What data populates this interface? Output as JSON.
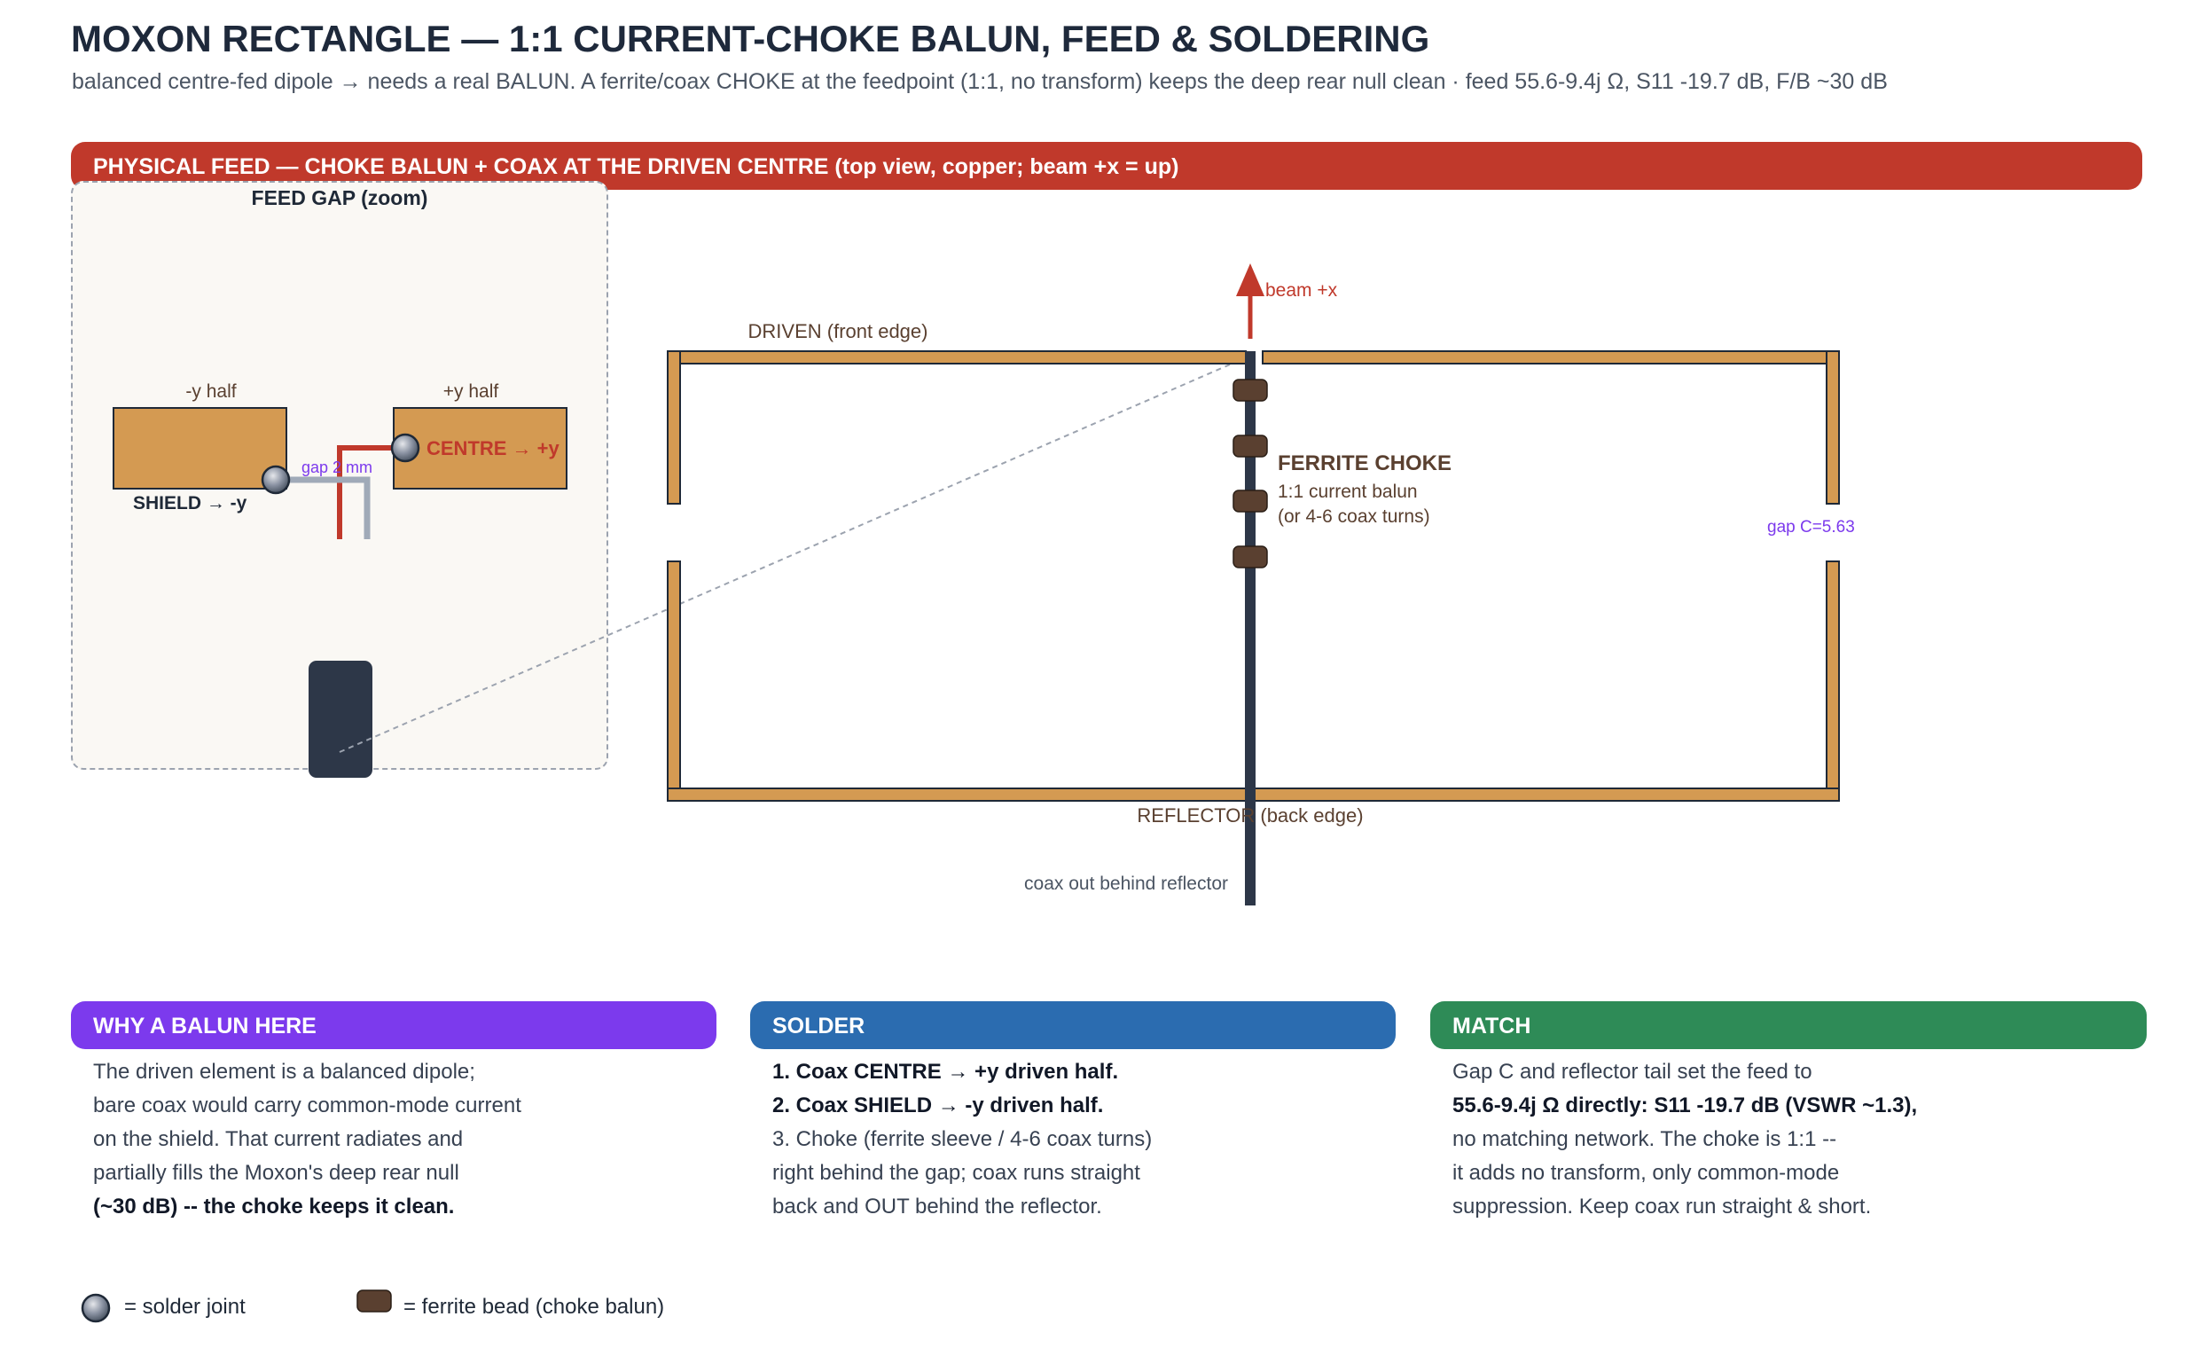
{
  "header": {
    "title": "MOXON RECTANGLE — 1:1 CURRENT-CHOKE BALUN, FEED & SOLDERING",
    "subtitle": "balanced centre-fed dipole → needs a real BALUN. A ferrite/coax CHOKE at the feedpoint (1:1, no transform) keeps the deep rear null clean · feed 55.6-9.4j Ω, S11 -19.7 dB, F/B ~30 dB"
  },
  "feed_section": {
    "title": "PHYSICAL FEED — CHOKE BALUN + COAX AT THE DRIVEN CENTRE (top view, copper; beam +x = up)"
  },
  "zoom": {
    "title": "FEED GAP (zoom)",
    "left_half_label": "-y half",
    "right_half_label": "+y half",
    "centre_label": "CENTRE → +y",
    "shield_label": "SHIELD → -y",
    "gap_label": "gap 2 mm"
  },
  "moxon": {
    "beam_label": "beam +x",
    "driven_label": "DRIVEN (front edge)",
    "reflector_label": "REFLECTOR (back edge)",
    "choke_title": "FERRITE CHOKE",
    "choke_line1": "1:1 current balun",
    "choke_line2": "(or 4-6 coax turns)",
    "gap_label": "gap C=5.63",
    "coax_label": "coax out behind reflector"
  },
  "why": {
    "title": "WHY A BALUN HERE",
    "lines": [
      "The driven element is a balanced dipole;",
      "bare coax would carry common-mode current",
      "on the shield. That current radiates and",
      "partially fills the Moxon's deep rear null",
      "(~30 dB) -- the choke keeps it clean."
    ]
  },
  "solder": {
    "title": "SOLDER",
    "lines": [
      "1. Coax CENTRE → +y driven half.",
      "2. Coax SHIELD → -y driven half.",
      "3. Choke (ferrite sleeve / 4-6 coax turns)",
      "right behind the gap; coax runs straight",
      "back and OUT behind the reflector."
    ]
  },
  "match": {
    "title": "MATCH",
    "lines": [
      "Gap C and reflector tail set the feed to",
      "55.6-9.4j Ω directly: S11 -19.7 dB (VSWR ~1.3),",
      "no matching network. The choke is 1:1 --",
      "it adds no transform, only common-mode",
      "suppression. Keep coax run straight & short."
    ]
  },
  "legend": {
    "solder_joint": "= solder joint",
    "ferrite_bead": "= ferrite bead (choke balun)"
  },
  "colors": {
    "copper": "#d49a52",
    "coax": "#2d3748",
    "ferrite": "#5a4030",
    "centre_wire": "#c0392b",
    "shield_wire": "#a0aab8",
    "accent_red": "#c0392b",
    "accent_purple": "#7c3aed"
  }
}
